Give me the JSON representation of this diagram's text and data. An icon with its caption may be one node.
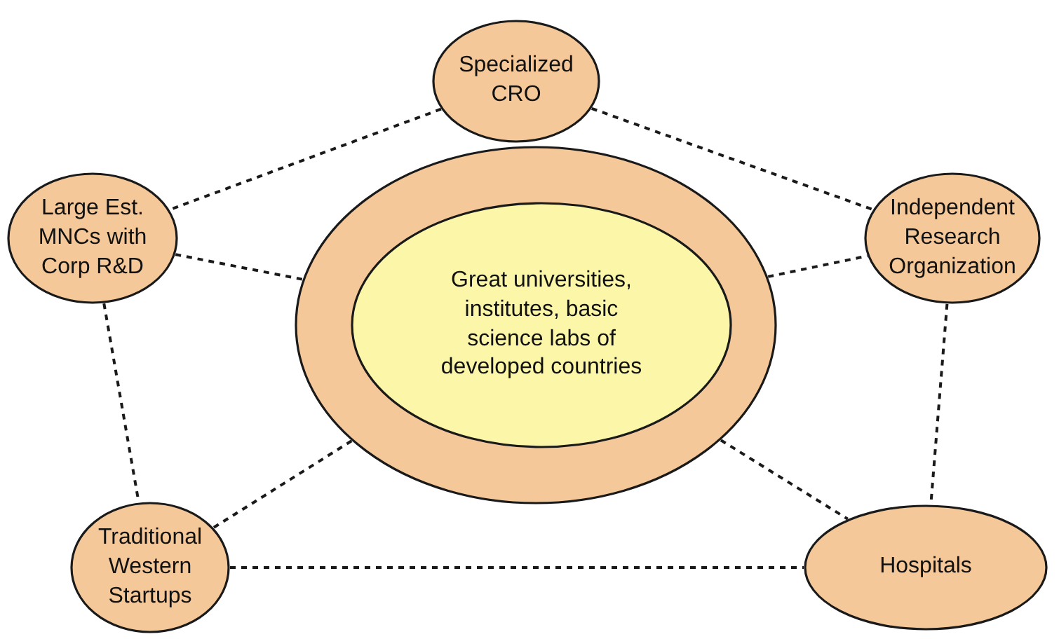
{
  "diagram": {
    "nodes": [
      {
        "text": [
          "Specialized CRO"
        ]
      },
      {
        "text": [
          "Large Est. MNCs with Corp R&D"
        ]
      },
      {
        "text": [],
        "shape": "ellipse"
      },
      {
        "text": [
          "Great universities, institutes, basic science labs of developed countries"
        ],
        "in": 2
      },
      {
        "text": [
          "Independent Research Organization"
        ]
      },
      {
        "text": [
          "Traditional Western Startups"
        ]
      },
      {
        "text": [
          "Hospitals"
        ]
      }
    ],
    "edges": [
      {
        "from": 0,
        "to": 1,
        "arrow": "none"
      },
      {
        "from": 0,
        "to": 4,
        "arrow": "none"
      },
      {
        "from": 1,
        "to": 2,
        "arrow": "none"
      },
      {
        "from": 2,
        "to": 4,
        "arrow": "none"
      },
      {
        "from": 1,
        "to": 5,
        "arrow": "none"
      },
      {
        "from": 4,
        "to": 6,
        "arrow": "none"
      },
      {
        "from": 2,
        "to": 5,
        "arrow": "none"
      },
      {
        "from": 2,
        "to": 6,
        "arrow": "none"
      },
      {
        "from": 5,
        "to": 6,
        "arrow": "none"
      }
    ]
  }
}
